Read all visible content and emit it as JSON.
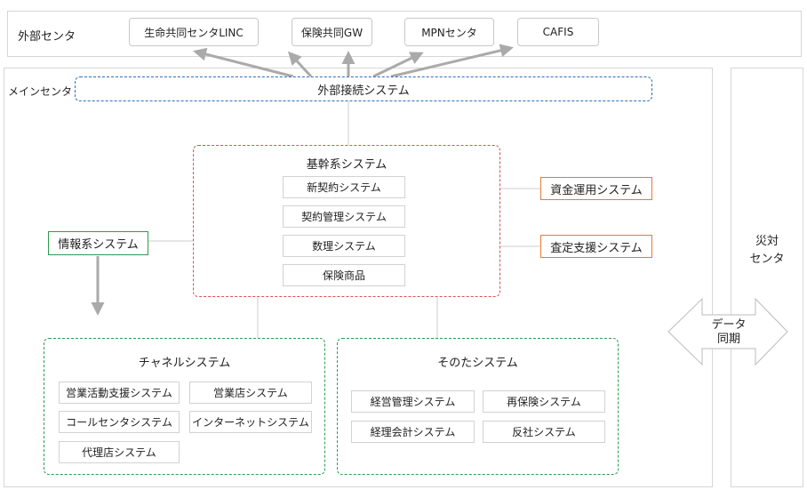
{
  "external": {
    "label": "外部センタ",
    "boxes": [
      "生命共同センタLINC",
      "保険共同GW",
      "MPNセンタ",
      "CAFIS"
    ]
  },
  "main": {
    "label": "メインセンタ",
    "gateway": "外部接続システム",
    "core": {
      "title": "基幹系システム",
      "items": [
        "新契約システム",
        "契約管理システム",
        "数理システム",
        "保険商品"
      ]
    },
    "fund": "資金運用システム",
    "assessment": "査定支援システム",
    "info": "情報系システム",
    "channel": {
      "title": "チャネルシステム",
      "items": [
        "営業活動支援システム",
        "営業店システム",
        "コールセンタシステム",
        "インターネットシステム",
        "代理店システム"
      ]
    },
    "other": {
      "title": "そのたシステム",
      "items": [
        "経営管理システム",
        "再保険システム",
        "経理会計システム",
        "反社システム"
      ]
    }
  },
  "sync": {
    "line1": "データ",
    "line2": "同期"
  },
  "disaster": {
    "line1": "災対",
    "line2": "センタ"
  },
  "colors": {
    "gateway_border": "#2e6db4",
    "core_border": "#d9534f",
    "channel_border": "#2e9a4e",
    "side_border": "#e07b3c",
    "arrow": "#aaaaaa"
  }
}
